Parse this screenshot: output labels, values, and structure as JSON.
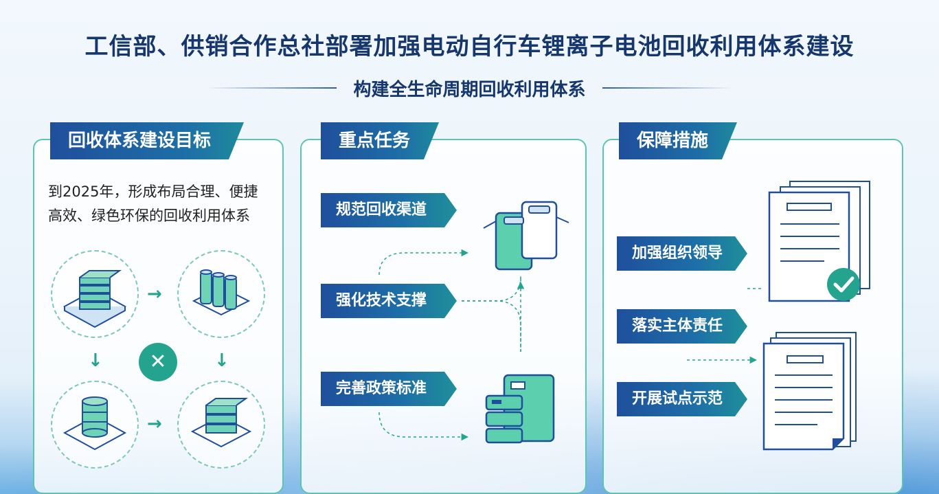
{
  "header": {
    "title": "工信部、供销合作总社部署加强电动自行车锂离子电池回收利用体系建设",
    "subtitle": "构建全生命周期回收利用体系"
  },
  "panels": [
    {
      "tag": "回收体系建设目标",
      "text_line1": "到2025年，形成布局合理、便捷",
      "text_line2": "高效、绿色环保的回收利用体系",
      "center_badge": "✕"
    },
    {
      "tag": "重点任务",
      "tasks": [
        "规范回收渠道",
        "强化技术支撑",
        "完善政策标准"
      ]
    },
    {
      "tag": "保障措施",
      "measures": [
        "加强组织领导",
        "落实主体责任",
        "开展试点示范"
      ]
    }
  ],
  "colors": {
    "navy": "#16376e",
    "teal": "#24a48f",
    "blue": "#1f4f9c",
    "panel_border": "#5bc5b3"
  },
  "icons": [
    "battery-stack-icon",
    "battery-cells-icon",
    "cylinder-battery-icon",
    "battery-module-icon",
    "document-check-icon",
    "document-icon",
    "recycle-icon"
  ]
}
